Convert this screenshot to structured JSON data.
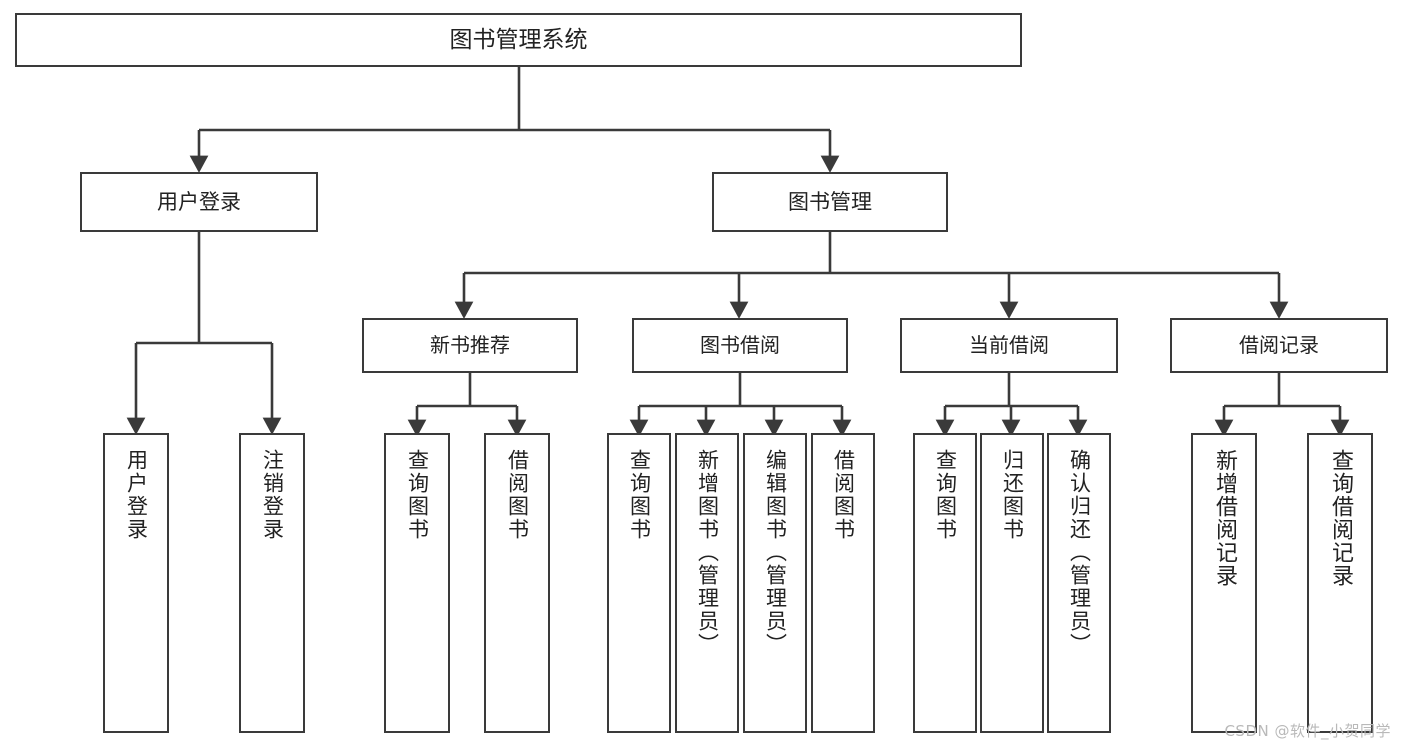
{
  "diagram": {
    "title": "图书管理系统",
    "type": "hierarchy-tree",
    "colors": {
      "box_border": "#3a3a3a",
      "box_fill": "#ffffff",
      "connector": "#3a3a3a",
      "text": "#222222",
      "watermark": "#b9b9b9"
    },
    "root": {
      "label": "图书管理系统"
    },
    "level1": [
      {
        "label": "用户登录"
      },
      {
        "label": "图书管理"
      }
    ],
    "level2": [
      {
        "label": "新书推荐"
      },
      {
        "label": "图书借阅"
      },
      {
        "label": "当前借阅"
      },
      {
        "label": "借阅记录"
      }
    ],
    "leaves": {
      "user_login": [
        {
          "label": "用户登录"
        },
        {
          "label": "注销登录"
        }
      ],
      "new_book_recommend": [
        {
          "label": "查询图书"
        },
        {
          "label": "借阅图书"
        }
      ],
      "book_borrow": [
        {
          "label": "查询图书"
        },
        {
          "label": "新增图书（管理员）"
        },
        {
          "label": "编辑图书（管理员）"
        },
        {
          "label": "借阅图书"
        }
      ],
      "current_borrow": [
        {
          "label": "查询图书"
        },
        {
          "label": "归还图书"
        },
        {
          "label": "确认归还（管理员）"
        }
      ],
      "borrow_record": [
        {
          "label": "新增借阅记录"
        },
        {
          "label": "查询借阅记录"
        }
      ]
    },
    "watermark": "CSDN @软件_小贺同学"
  }
}
